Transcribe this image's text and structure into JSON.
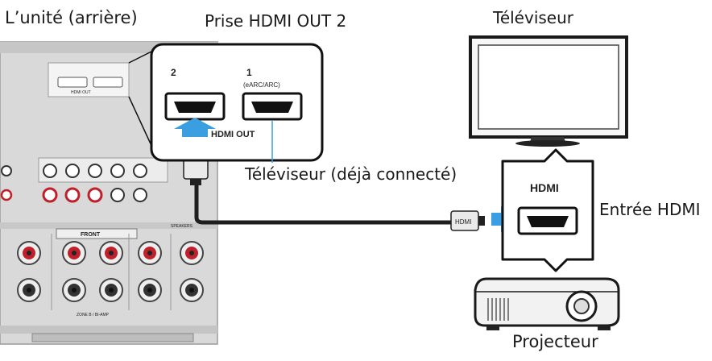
{
  "labels": {
    "unit_rear": "L’unité (arrière)",
    "hdmi_out2_jack": "Prise HDMI OUT 2",
    "tv_top": "Téléviseur",
    "tv_already_connected": "Téléviseur (déjà connecté)",
    "hdmi_input": "Entrée HDMI",
    "projector": "Projecteur"
  },
  "callout": {
    "jack_2": "2",
    "jack_1": "1",
    "jack_1_sub": "(eARC/ARC)",
    "hdmi_out": "HDMI OUT"
  },
  "panel": {
    "hdmi_out_small": "HDMI OUT",
    "front_label": "FRONT",
    "speakers": "SPEAKERS",
    "zone_label": "ZONE B / BI-AMP"
  },
  "projector_box": {
    "hdmi": "HDMI"
  },
  "cable": {
    "plug_label": "HDMI"
  },
  "colors": {
    "arrow_blue": "#3a9ee0",
    "cable": "#1e1e1e",
    "terminal_red": "#c0202a",
    "panel_gray": "#d4d4d4"
  }
}
